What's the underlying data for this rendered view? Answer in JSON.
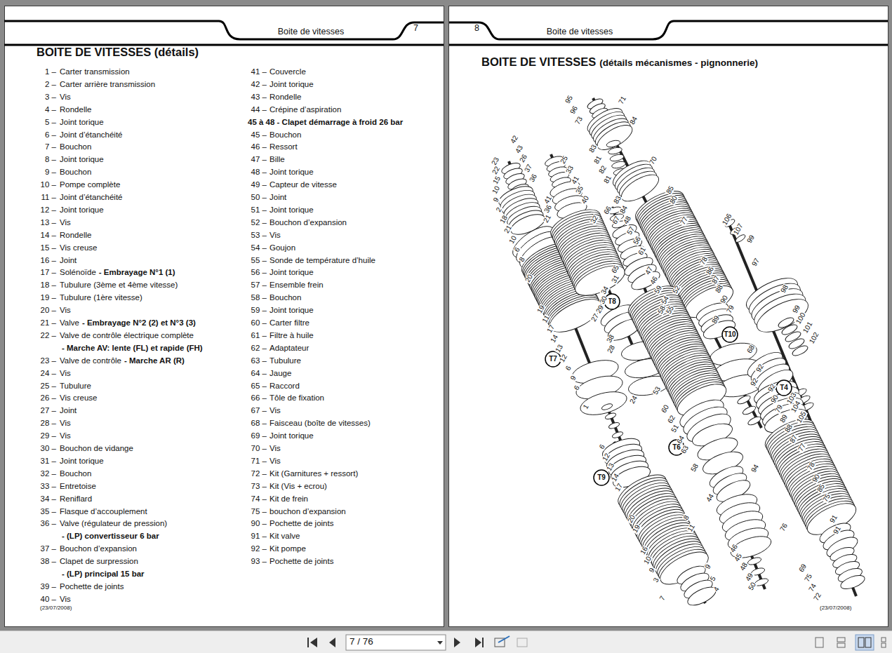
{
  "diagram": {
    "title": "BOITE DE VITESSES (détails)",
    "labels": [
      "Boite de vitesses",
      "7",
      "8",
      "Boite de vitesses",
      "BOITE DE VITESSES",
      "(détails mécanismes - pignonnerie)",
      "(23/07/2008)",
      "(23/07/2008)",
      "7 / 76",
      "1 –",
      "Carter transmission",
      "2 –",
      "Carter arrière transmission",
      "3 –",
      "Vis",
      "4 –",
      "Rondelle",
      "5 –",
      "Joint torique",
      "6 –",
      "Joint d’étanchéité",
      "7 –",
      "Bouchon",
      "8 –",
      "Joint torique",
      "9 –",
      "Bouchon",
      "10 –",
      "Pompe complète",
      "11 –",
      "Joint d’étanchéité",
      "12 –",
      "Joint torique",
      "13 –",
      "Vis",
      "14 –",
      "Rondelle",
      "15 –",
      "Vis creuse",
      "16 –",
      "Joint",
      "17 –",
      "Solénoïde",
      "- Embrayage N°1 (1)",
      "18 –",
      "Tubulure (3ème et 4ème vitesse)",
      "19 –",
      "Tubulure (1ère vitesse)",
      "20 –",
      "Vis",
      "21 –",
      "Valve",
      "- Embrayage N°2 (2) et N°3 (3)",
      "22 –",
      "Valve de contrôle électrique complète",
      "- Marche AV: lente (FL) et rapide (FH)",
      "23 –",
      "Valve de contrôle",
      "- Marche AR (R)",
      "24 –",
      "Vis",
      "25 –",
      "Tubulure",
      "26 –",
      "Vis creuse",
      "27 –",
      "Joint",
      "28 –",
      "Vis",
      "29 –",
      "Vis",
      "30 –",
      "Bouchon de vidange",
      "31 –",
      "Joint torique",
      "32 –",
      "Bouchon",
      "33 –",
      "Entretoise",
      "34 –",
      "Reniflard",
      "35 –",
      "Flasque d’accouplement",
      "36 –",
      "Valve (régulateur de pression)",
      "- (LP) convertisseur 6 bar",
      "37 –",
      "Bouchon d’expansion",
      "38 –",
      "Clapet de surpression",
      "- (LP) principal 15 bar",
      "39 –",
      "Pochette de joints",
      "40 –",
      "Vis",
      "41 –",
      "Couvercle",
      "42 –",
      "Joint torique",
      "43 –",
      "Rondelle",
      "44 –",
      "Crépine d’aspiration",
      "45 à 48 - Clapet démarrage à froid 26 bar",
      "45 –",
      "Bouchon",
      "46 –",
      "Ressort",
      "47 –",
      "Bille",
      "48 –",
      "Joint torique",
      "49 –",
      "Capteur de vitesse",
      "50 –",
      "Joint",
      "51 –",
      "Joint torique",
      "52 –",
      "Bouchon d’expansion",
      "53 –",
      "Vis",
      "54 –",
      "Goujon",
      "55 –",
      "Sonde de température d’huile",
      "56 –",
      "Joint torique",
      "57 –",
      "Ensemble frein",
      "58 –",
      "Bouchon",
      "59 –",
      "Joint torique",
      "60 –",
      "Carter filtre",
      "61 –",
      "Filtre à huile",
      "62 –",
      "Adaptateur",
      "63 –",
      "Tubulure",
      "64 –",
      "Jauge",
      "65 –",
      "Raccord",
      "66 –",
      "Tôle de fixation",
      "67 –",
      "Vis",
      "68 –",
      "Faisceau (boîte de vitesses)",
      "69 –",
      "Joint torique",
      "70 –",
      "Vis",
      "71 –",
      "Vis",
      "72 –",
      "Kit (Garnitures + ressort)",
      "73 –",
      "Kit (Vis + ecrou)",
      "74 –",
      "Kit de frein",
      "75 –",
      "bouchon d’expansion",
      "90 –",
      "Pochette de joints",
      "91 –",
      "Kit valve",
      "92 –",
      "Kit pompe",
      "93 –",
      "Pochette de joints",
      "95",
      "96",
      "73",
      "71",
      "84",
      "83",
      "81",
      "82",
      "81",
      "70",
      "83",
      "84",
      "85",
      "80",
      "77",
      "78",
      "86",
      "87",
      "88",
      "90",
      "79",
      "89",
      "T10",
      "68",
      "42",
      "43",
      "26",
      "37",
      "36",
      "25",
      "33",
      "41",
      "35",
      "40",
      "32",
      "36",
      "41",
      "21",
      "31",
      "34",
      "T8",
      "30",
      "29",
      "27",
      "38",
      "28",
      "24",
      "23",
      "22",
      "15",
      "10",
      "9",
      "2",
      "18",
      "21",
      "10",
      "6",
      "8",
      "20",
      "19",
      "11",
      "17",
      "14",
      "13",
      "12",
      "T7",
      "6",
      "9",
      "6",
      "1",
      "66",
      "67",
      "48",
      "57",
      "56",
      "61",
      "65",
      "47",
      "46",
      "59",
      "54",
      "58",
      "52",
      "55",
      "53",
      "60",
      "62",
      "51",
      "64",
      "63",
      "T6",
      "58",
      "44",
      "46",
      "45",
      "48",
      "49",
      "50",
      "106",
      "107",
      "99",
      "97",
      "98",
      "99",
      "100",
      "101",
      "102",
      "103",
      "104",
      "105",
      "T4",
      "92",
      "92",
      "92",
      "90",
      "79",
      "89",
      "88",
      "87",
      "77",
      "94",
      "78",
      "90",
      "85",
      "75",
      "91",
      "91",
      "76",
      "69",
      "75",
      "74",
      "72",
      "6",
      "12",
      "13",
      "14",
      "17",
      "T9",
      "20",
      "19",
      "8",
      "11",
      "16",
      "10",
      "9",
      "3",
      "7",
      "9",
      "5",
      "4"
    ]
  }
}
